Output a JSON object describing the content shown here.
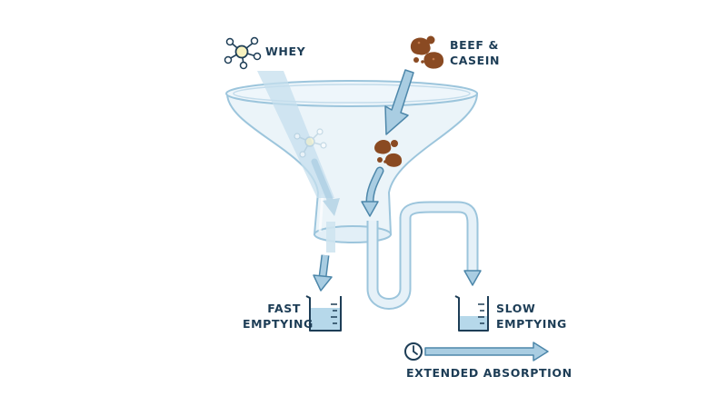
{
  "inputs": {
    "whey": {
      "label": "WHEY",
      "icon": "molecule-icon"
    },
    "beef_casein": {
      "line1": "BEEF &",
      "line2": "CASEIN",
      "icon": "food-clumps-icon"
    }
  },
  "outputs": {
    "fast": {
      "line1": "FAST",
      "line2": "EMPTYING",
      "icon": "beaker-icon",
      "fill_level": 0.6
    },
    "slow": {
      "line1": "SLOW",
      "line2": "EMPTYING",
      "icon": "beaker-icon",
      "fill_level": 0.4
    }
  },
  "timeline": {
    "label": "EXTENDED ABSORPTION",
    "icon": "clock-icon"
  },
  "colors": {
    "text": "#1d3d56",
    "funnel_outline": "#9cc5dc",
    "funnel_fill": "#e2eff7",
    "arrow_fill": "#a9cde2",
    "arrow_stroke": "#4d87aa",
    "molecule_node": "#f7f1bf",
    "food_brown": "#8a4a22",
    "liquid": "#b6d8ea"
  }
}
